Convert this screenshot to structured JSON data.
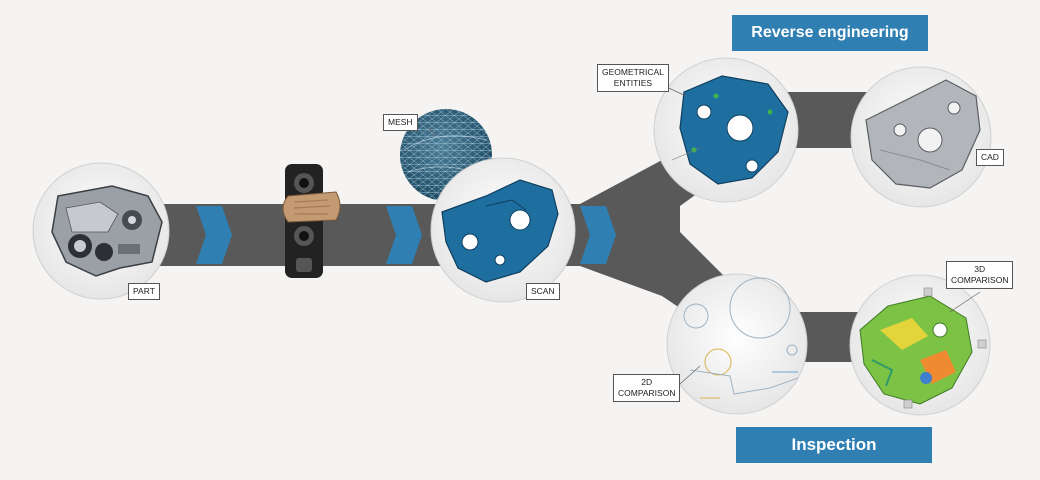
{
  "stages": {
    "part": "PART",
    "mesh": "MESH",
    "scan": "SCAN",
    "geometrical_entities": [
      "GEOMETRICAL",
      "ENTITIES"
    ],
    "cad": "CAD",
    "comparison_2d": [
      "2D",
      "COMPARISON"
    ],
    "comparison_3d": [
      "3D",
      "COMPARISON"
    ]
  },
  "banners": {
    "reverse_engineering": "Reverse engineering",
    "inspection": "Inspection"
  },
  "colors": {
    "background": "#f5f4f2",
    "track": "#5a5959",
    "accent": "#2f7fb3",
    "scan_blue": "#1f5f8f"
  }
}
